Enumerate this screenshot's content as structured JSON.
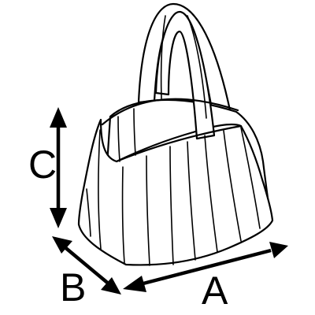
{
  "figure": {
    "subject_icon": "tote-bag-icon",
    "dimensions": [
      {
        "key": "A",
        "label": "A"
      },
      {
        "key": "B",
        "label": "B"
      },
      {
        "key": "C",
        "label": "C"
      }
    ]
  }
}
